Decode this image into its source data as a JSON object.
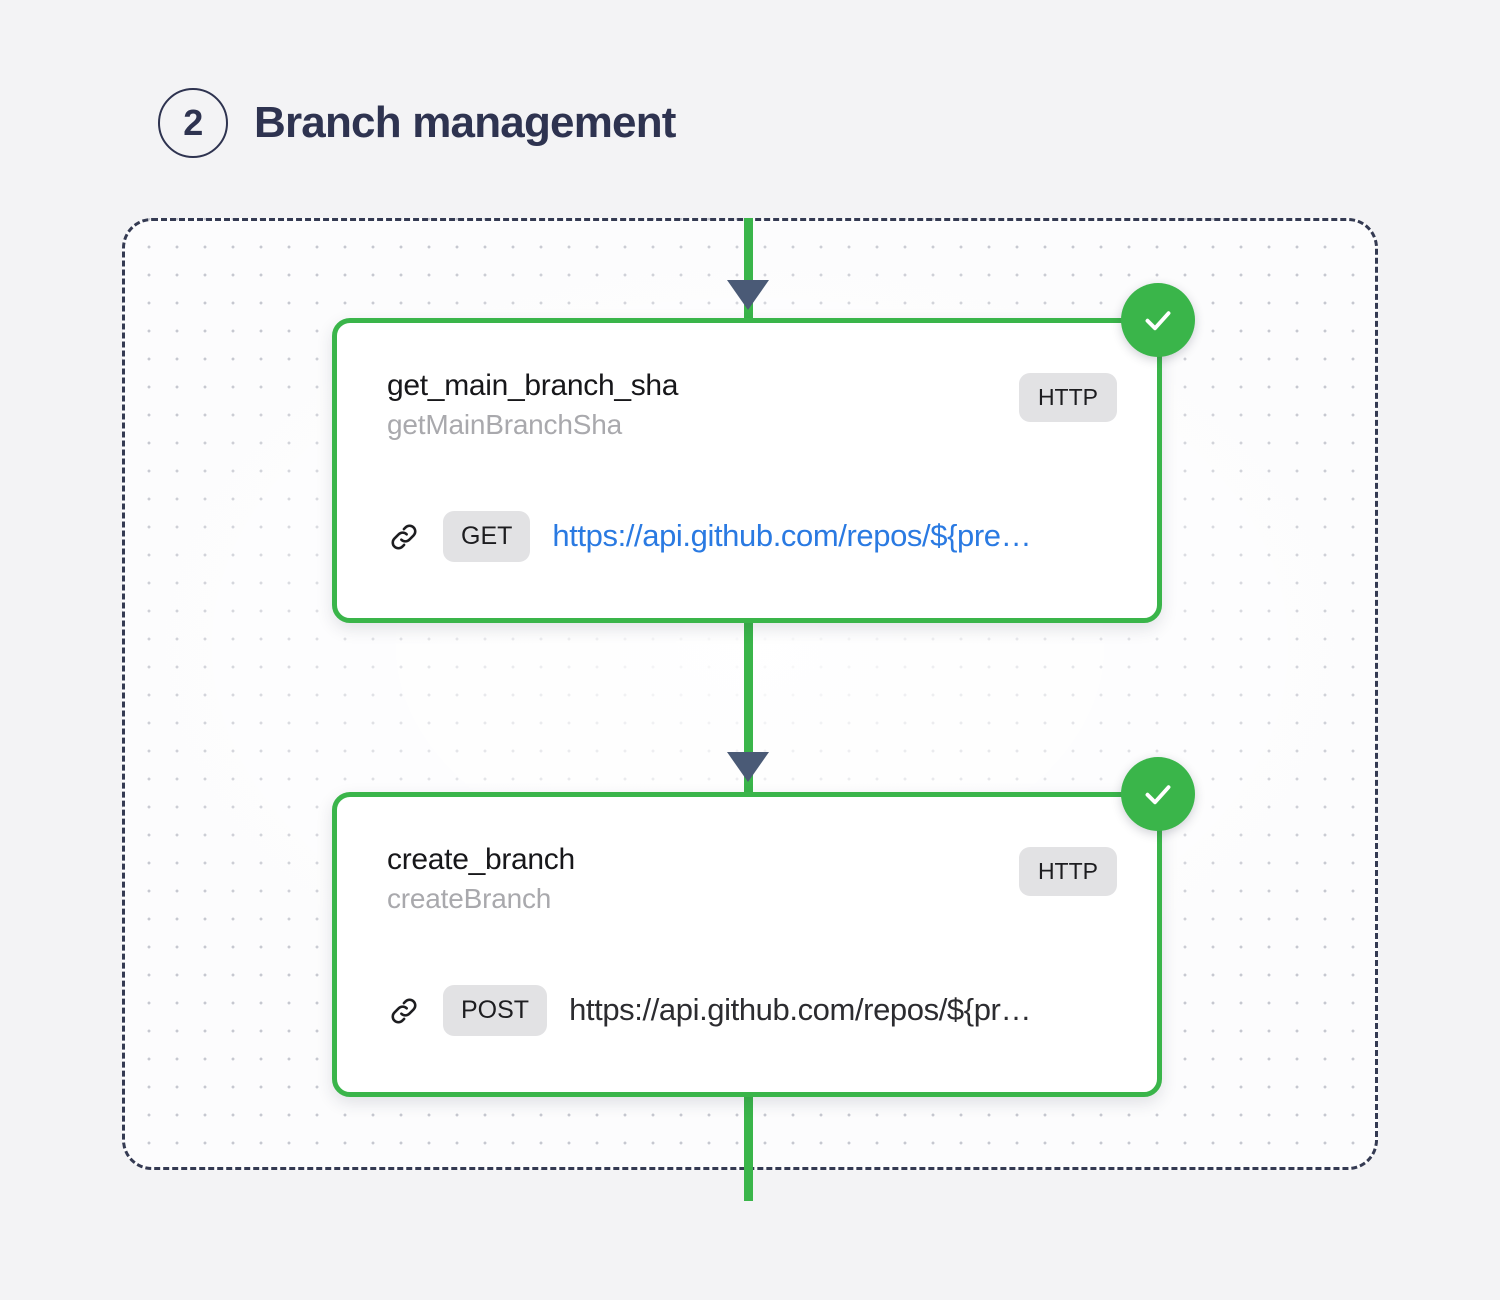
{
  "header": {
    "step_number": "2",
    "title": "Branch management",
    "title_color": "#2e3350"
  },
  "canvas": {
    "border_style": "dashed",
    "border_color": "#343a52",
    "background": "#fcfcfd",
    "dot_grid": true
  },
  "connector": {
    "color": "#3ab54a",
    "arrow_color": "#4a5a76"
  },
  "nodes": [
    {
      "title": "get_main_branch_sha",
      "subtitle": "getMainBranchSha",
      "type_badge": "HTTP",
      "method": "GET",
      "url": "https://api.github.com/repos/${pre…",
      "url_color": "#2a7ae2",
      "status": "success",
      "status_icon": "check-icon",
      "link_icon": "link-icon",
      "border_color": "#3ab54a"
    },
    {
      "title": "create_branch",
      "subtitle": "createBranch",
      "type_badge": "HTTP",
      "method": "POST",
      "url": "https://api.github.com/repos/${pr…",
      "url_color": "#2c2c30",
      "status": "success",
      "status_icon": "check-icon",
      "link_icon": "link-icon",
      "border_color": "#3ab54a"
    }
  ]
}
